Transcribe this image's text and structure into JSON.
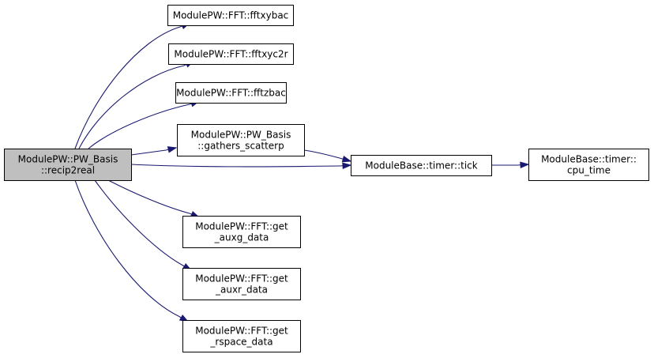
{
  "diagram": {
    "nodes": [
      {
        "id": "recip2real",
        "lines": [
          "ModulePW::PW_Basis",
          "::recip2real"
        ],
        "highlighted": true
      },
      {
        "id": "fftxybac",
        "lines": [
          "ModulePW::FFT::fftxybac"
        ]
      },
      {
        "id": "fftxyc2r",
        "lines": [
          "ModulePW::FFT::fftxyc2r"
        ]
      },
      {
        "id": "fftzbac",
        "lines": [
          "ModulePW::FFT::fftzbac"
        ]
      },
      {
        "id": "gathers_scatterp",
        "lines": [
          "ModulePW::PW_Basis",
          "::gathers_scatterp"
        ]
      },
      {
        "id": "tick",
        "lines": [
          "ModuleBase::timer::tick"
        ]
      },
      {
        "id": "cpu_time",
        "lines": [
          "ModuleBase::timer::",
          "cpu_time"
        ]
      },
      {
        "id": "get_auxg_data",
        "lines": [
          "ModulePW::FFT::get",
          "_auxg_data"
        ]
      },
      {
        "id": "get_auxr_data",
        "lines": [
          "ModulePW::FFT::get",
          "_auxr_data"
        ]
      },
      {
        "id": "get_rspace_data",
        "lines": [
          "ModulePW::FFT::get",
          "_rspace_data"
        ]
      }
    ],
    "edges": [
      {
        "from": "recip2real",
        "to": "fftxybac"
      },
      {
        "from": "recip2real",
        "to": "fftxyc2r"
      },
      {
        "from": "recip2real",
        "to": "fftzbac"
      },
      {
        "from": "recip2real",
        "to": "gathers_scatterp"
      },
      {
        "from": "recip2real",
        "to": "tick"
      },
      {
        "from": "gathers_scatterp",
        "to": "tick"
      },
      {
        "from": "tick",
        "to": "cpu_time"
      },
      {
        "from": "recip2real",
        "to": "get_auxg_data"
      },
      {
        "from": "recip2real",
        "to": "get_auxr_data"
      },
      {
        "from": "recip2real",
        "to": "get_rspace_data"
      }
    ],
    "colors": {
      "edge": "#191970",
      "node_border": "#000000",
      "node_fill": "#ffffff",
      "highlight_fill": "#bfbfbf"
    }
  }
}
